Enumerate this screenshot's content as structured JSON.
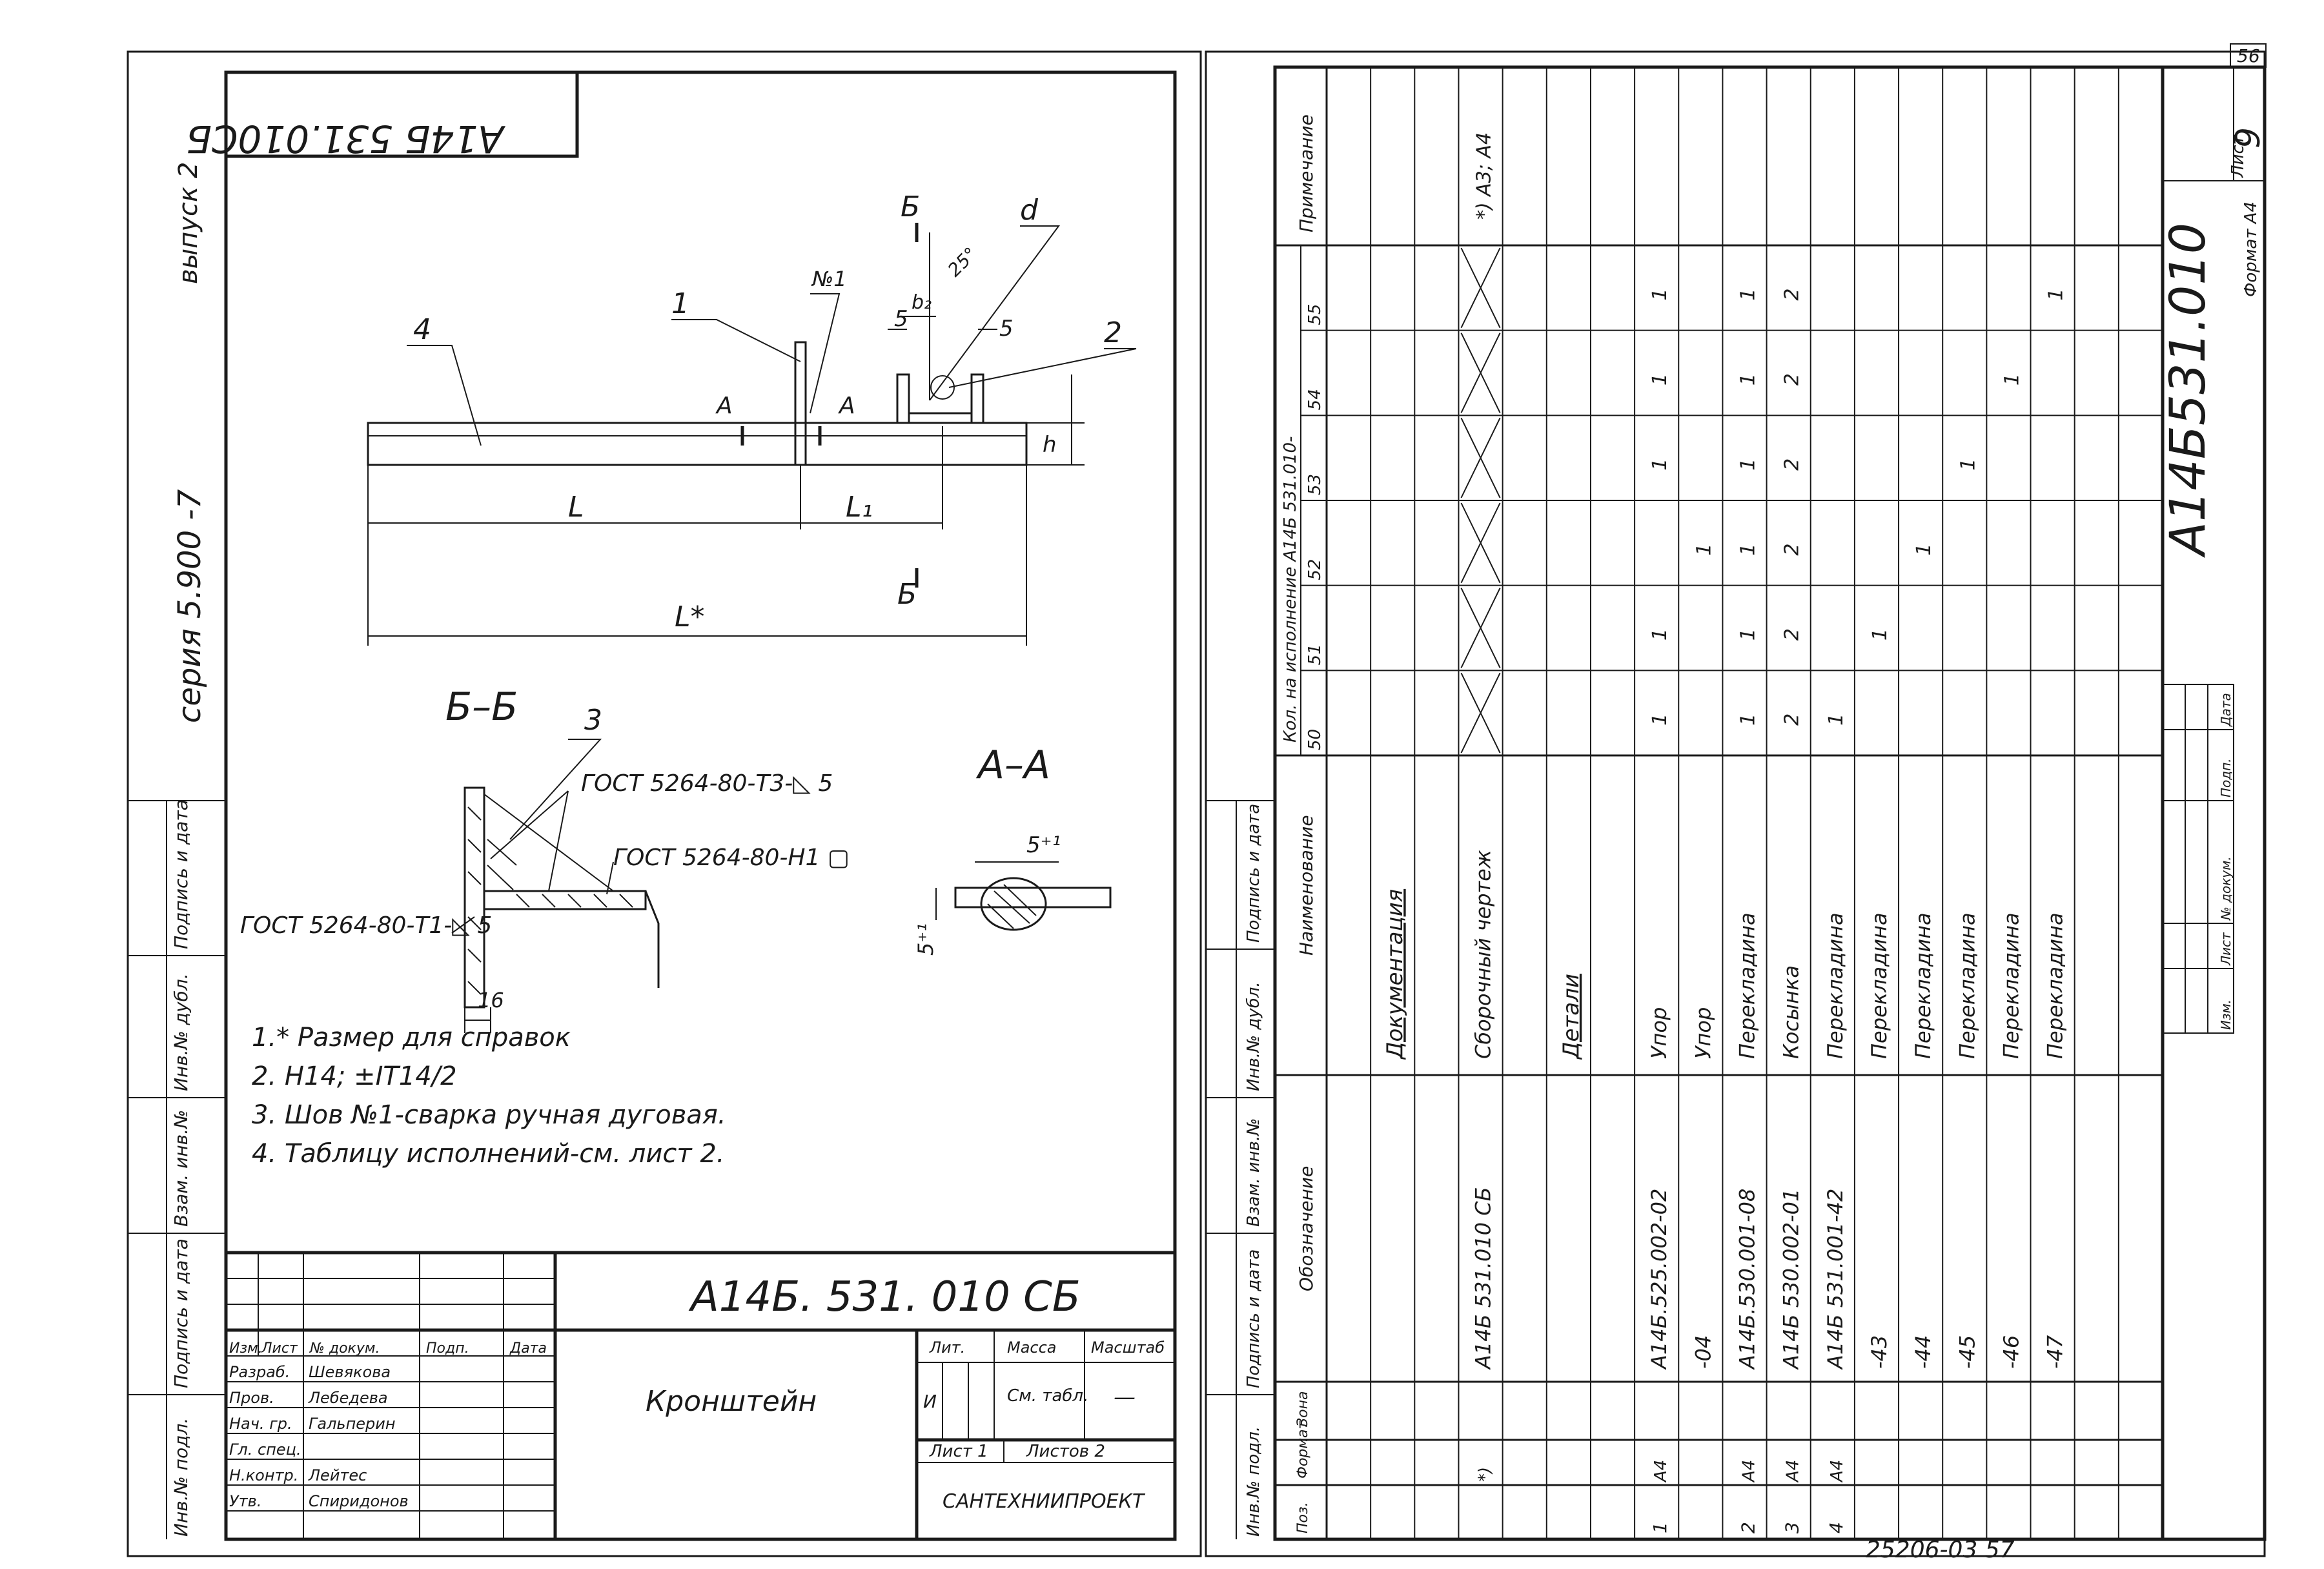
{
  "corner_page": "56",
  "left": {
    "side_edition": "выпуск 2",
    "side_series": "серия 5.900 -7",
    "top_code_mirrored": "А14Б 531.010СБ",
    "labels": {
      "l1": "1",
      "l2": "2",
      "l3": "3",
      "l4": "4",
      "l5a": "5",
      "l5b": "5",
      "b_top": "Б",
      "b_bottom": "Б",
      "d": "d",
      "weld_no1": "№1",
      "b2": "b₂",
      "h": "h",
      "A1": "А",
      "A2": "А",
      "L": "L",
      "L1": "L₁",
      "Lstar": "L*",
      "angle25": "25°",
      "dim16": "16",
      "dim5p1_top": "5⁺¹",
      "dim5p1_side": "5⁺¹"
    },
    "section_bb": "Б–Б",
    "section_aa": "А–А",
    "weld_note_1": "ГОСТ 5264-80-Т3-◺ 5",
    "weld_note_2": "ГОСТ 5264-80-Н1 ▢",
    "weld_note_3": "ГОСТ 5264-80-Т1-◺ 5",
    "notes": [
      "1.* Размер для справок",
      "2. Н14; ±IT14/2",
      "3. Шов №1-сварка ручная дуговая.",
      "4. Таблицу исполнений-см. лист 2."
    ],
    "side_strip_labels": [
      "Подпись и дата",
      "Инв.№ дубл.",
      "Взам. инв.№",
      "Подпись и дата",
      "Инв.№ подл."
    ],
    "title_block": {
      "code": "А14Б. 531. 010 СБ",
      "name": "Кронштейн",
      "col_lit": "Лит.",
      "col_mass": "Масса",
      "col_scale": "Масштаб",
      "mass_value": "См. табл.",
      "scale_value": "—",
      "lit_value": "И",
      "sheet": "Лист 1",
      "sheets": "Листов 2",
      "org": "САНТЕХНИИПРОЕКТ",
      "header_row": [
        "Изм.",
        "Лист",
        "№ докум.",
        "Подп.",
        "Дата"
      ],
      "roles": [
        {
          "role": "Разраб.",
          "name": "Шевякова"
        },
        {
          "role": "Пров.",
          "name": "Лебедева"
        },
        {
          "role": "Нач. гр.",
          "name": "Гальперин"
        },
        {
          "role": "Гл. спец.",
          "name": ""
        },
        {
          "role": "Н.контр.",
          "name": "Лейтес"
        },
        {
          "role": "Утв.",
          "name": "Спиридонов"
        }
      ]
    }
  },
  "right": {
    "side_strip_labels": [
      "Инв.№ подл.",
      "Подпись и дата",
      "Взам. инв.№",
      "Инв.№ дубл.",
      "Подпись и дата"
    ],
    "headers": {
      "format": "Формат",
      "zone": "Зона",
      "pos": "Поз.",
      "designation": "Обозначение",
      "name": "Наименование",
      "qty_title": "Кол. на исполнение А14Б 531.010-",
      "note": "Примечание"
    },
    "variants": [
      "50",
      "51",
      "52",
      "53",
      "54",
      "55"
    ],
    "rows": [
      {
        "format": "",
        "pos": "",
        "designation": "",
        "name": "",
        "note": "",
        "qty": [
          "",
          "",
          "",
          "",
          "",
          ""
        ],
        "underline": false
      },
      {
        "format": "",
        "pos": "",
        "designation": "",
        "name": "Документация",
        "note": "",
        "qty": [
          "",
          "",
          "",
          "",
          "",
          ""
        ],
        "underline": true
      },
      {
        "format": "",
        "pos": "",
        "designation": "",
        "name": "",
        "note": "",
        "qty": [
          "",
          "",
          "",
          "",
          "",
          ""
        ],
        "underline": false
      },
      {
        "format": "*)",
        "pos": "",
        "designation": "А14Б 531.010 СБ",
        "name": "Сборочный чертеж",
        "note": "*) А3; А4",
        "qty": [
          "X",
          "X",
          "X",
          "X",
          "X",
          "X"
        ],
        "underline": false
      },
      {
        "format": "",
        "pos": "",
        "designation": "",
        "name": "",
        "note": "",
        "qty": [
          "",
          "",
          "",
          "",
          "",
          ""
        ],
        "underline": false
      },
      {
        "format": "",
        "pos": "",
        "designation": "",
        "name": "Детали",
        "note": "",
        "qty": [
          "",
          "",
          "",
          "",
          "",
          ""
        ],
        "underline": true
      },
      {
        "format": "",
        "pos": "",
        "designation": "",
        "name": "",
        "note": "",
        "qty": [
          "",
          "",
          "",
          "",
          "",
          ""
        ],
        "underline": false
      },
      {
        "format": "А4",
        "pos": "1",
        "designation": "А14Б.525.002-02",
        "name": "Упор",
        "note": "",
        "qty": [
          "1",
          "1",
          "",
          "1",
          "1",
          "1"
        ],
        "underline": false
      },
      {
        "format": "",
        "pos": "",
        "designation": "-04",
        "name": "Упор",
        "note": "",
        "qty": [
          "",
          "",
          "1",
          "",
          "",
          ""
        ],
        "underline": false
      },
      {
        "format": "А4",
        "pos": "2",
        "designation": "А14Б.530.001-08",
        "name": "Перекладина",
        "note": "",
        "qty": [
          "1",
          "1",
          "1",
          "1",
          "1",
          "1"
        ],
        "underline": false
      },
      {
        "format": "А4",
        "pos": "3",
        "designation": "А14Б 530.002-01",
        "name": "Косынка",
        "note": "",
        "qty": [
          "2",
          "2",
          "2",
          "2",
          "2",
          "2"
        ],
        "underline": false
      },
      {
        "format": "А4",
        "pos": "4",
        "designation": "А14Б 531.001-42",
        "name": "Перекладина",
        "note": "",
        "qty": [
          "1",
          "",
          "",
          "",
          "",
          ""
        ],
        "underline": false
      },
      {
        "format": "",
        "pos": "",
        "designation": "-43",
        "name": "Перекладина",
        "note": "",
        "qty": [
          "",
          "1",
          "",
          "",
          "",
          ""
        ],
        "underline": false
      },
      {
        "format": "",
        "pos": "",
        "designation": "-44",
        "name": "Перекладина",
        "note": "",
        "qty": [
          "",
          "",
          "1",
          "",
          "",
          ""
        ],
        "underline": false
      },
      {
        "format": "",
        "pos": "",
        "designation": "-45",
        "name": "Перекладина",
        "note": "",
        "qty": [
          "",
          "",
          "",
          "1",
          "",
          ""
        ],
        "underline": false
      },
      {
        "format": "",
        "pos": "",
        "designation": "-46",
        "name": "Перекладина",
        "note": "",
        "qty": [
          "",
          "",
          "",
          "",
          "1",
          ""
        ],
        "underline": false
      },
      {
        "format": "",
        "pos": "",
        "designation": "-47",
        "name": "Перекладина",
        "note": "",
        "qty": [
          "",
          "",
          "",
          "",
          "",
          "1"
        ],
        "underline": false
      },
      {
        "format": "",
        "pos": "",
        "designation": "",
        "name": "",
        "note": "",
        "qty": [
          "",
          "",
          "",
          "",
          "",
          ""
        ],
        "underline": false
      },
      {
        "format": "",
        "pos": "",
        "designation": "",
        "name": "",
        "note": "",
        "qty": [
          "",
          "",
          "",
          "",
          "",
          ""
        ],
        "underline": false
      }
    ],
    "big_code": "А14Б531.010",
    "sheet_label": "Лист",
    "sheet_no": "9",
    "format_label": "Формат А4",
    "mini_header": [
      "Изм.",
      "Лист",
      "№ докум.",
      "Подп.",
      "Дата"
    ]
  },
  "footer_code": "25206-03 57"
}
